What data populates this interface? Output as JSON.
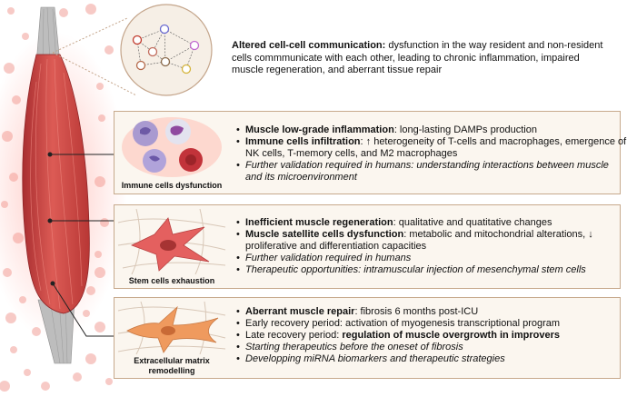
{
  "top": {
    "term": "Altered cell-cell communication:",
    "text": " dysfunction in the way resident and non-resident cells commmunicate with each other, leading to chronic inflammation, impaired muscle regeneration, and aberrant tissue repair"
  },
  "panels": [
    {
      "caption": "Immune cells dysfunction",
      "bullets": [
        {
          "bold": "Muscle low-grade inflammation",
          "text": ": long-lasting DAMPs production",
          "italic": false
        },
        {
          "bold": "Immune cells infiltration",
          "text": ": ↑ heterogeneity of T-cells and macrophages, emergence of NK cells, T-memory cells, and M2 macrophages",
          "italic": false
        },
        {
          "bold": "",
          "text": "Further validation required in humans: understanding interactions between muscle and its microenvironment",
          "italic": true
        }
      ]
    },
    {
      "caption": "Stem cells exhaustion",
      "bullets": [
        {
          "bold": "Inefficient muscle regeneration",
          "text": ": qualitative and quatitative changes",
          "italic": false
        },
        {
          "bold": "Muscle satellite cells dysfunction",
          "text": ": metabolic and mitochondrial alterations, ↓ proliferative and differentiation capacities",
          "italic": false
        },
        {
          "bold": "",
          "text": "Further validation required in humans",
          "italic": true
        },
        {
          "bold": "",
          "text": "Therapeutic opportunities: intramuscular injection of mesenchymal stem cells",
          "italic": true
        }
      ]
    },
    {
      "caption": "Extracellular matrix remodelling",
      "bullets": [
        {
          "bold": "Aberrant muscle repair",
          "text": ": fibrosis 6 months  post-ICU",
          "italic": false
        },
        {
          "bold": "",
          "text": "Early recovery period: activation of myogenesis transcriptional program",
          "italic": false
        },
        {
          "bold": "regulation of muscle overgrowth in improvers",
          "prefix": "Late recovery period: ",
          "text": "",
          "italic": false
        },
        {
          "bold": "",
          "text": "Starting therapeutics before the oneset of fibrosis",
          "italic": true
        },
        {
          "bold": "",
          "text": "Developping miRNA biomarkers and therapeutic strategies",
          "italic": true
        }
      ]
    }
  ],
  "colors": {
    "muscle": "#c9413f",
    "muscle_light": "#e3716a",
    "tendon": "#b9b9b9",
    "dots": "#f4b3ae",
    "panel_bg": "#fbf6ef",
    "panel_border": "#c7a98c",
    "glow": "#ff9a90",
    "immune_purple": "#9d8fc7",
    "immune_red": "#c2333a",
    "stem_cell": "#e4605f",
    "fibroblast": "#ef9a5e"
  }
}
